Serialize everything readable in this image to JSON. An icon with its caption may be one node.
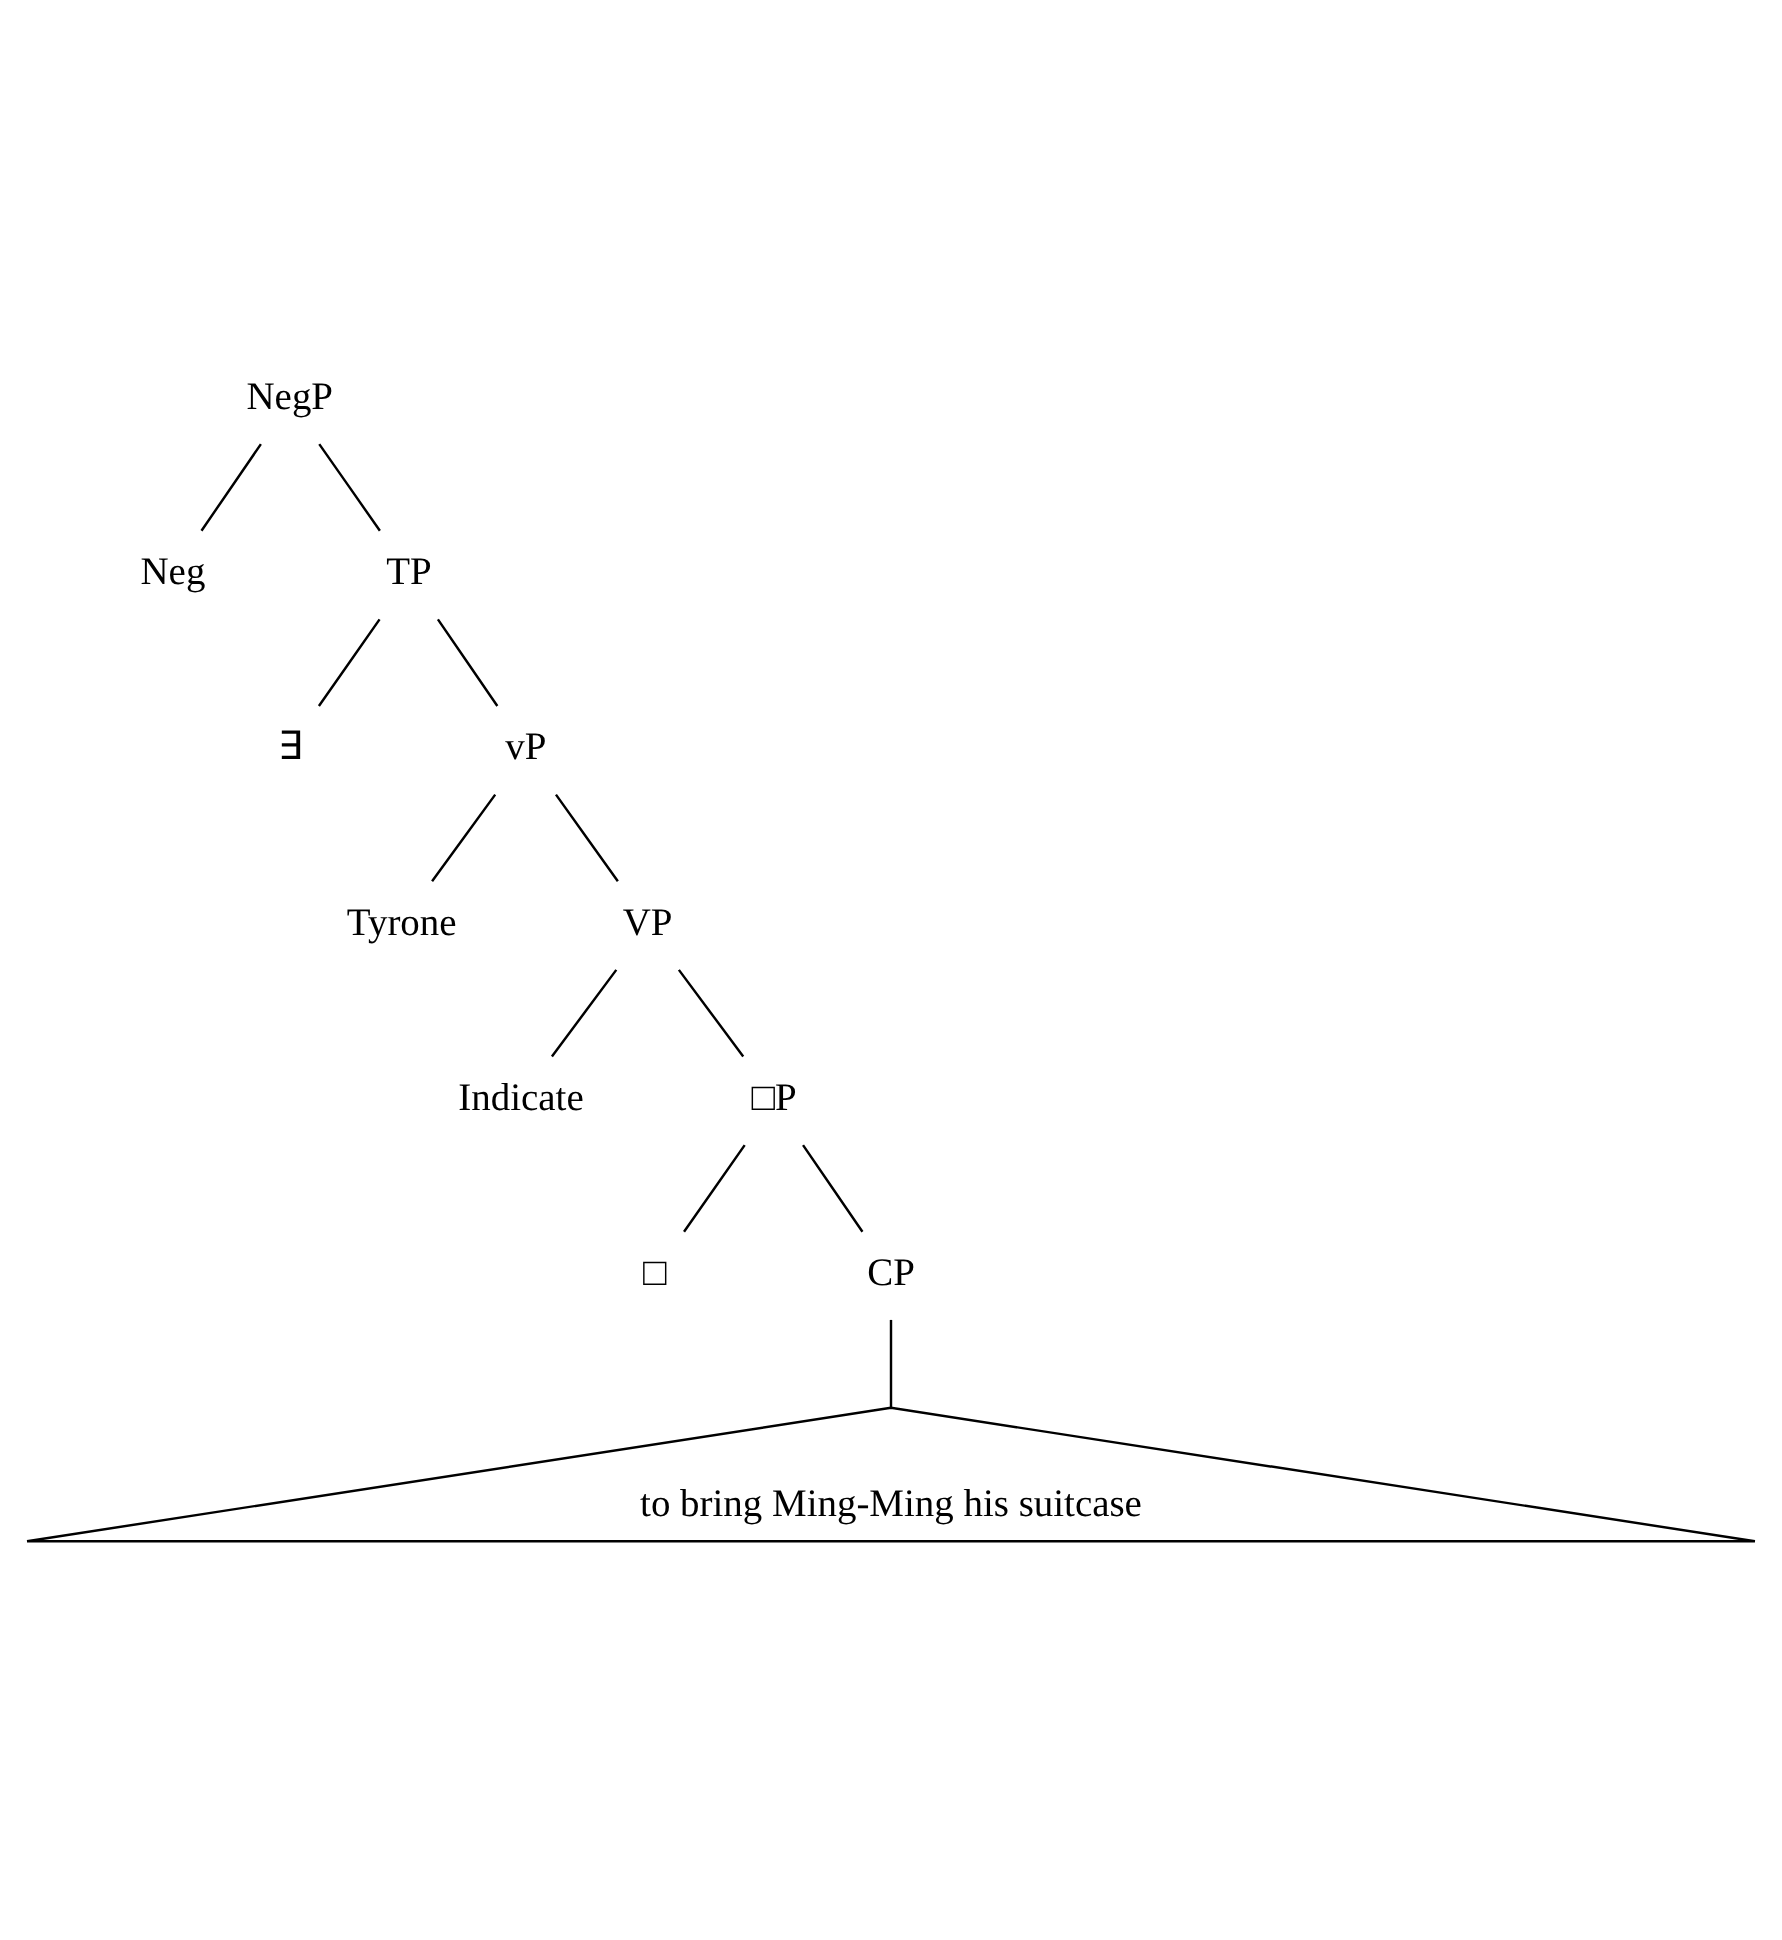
{
  "diagram": {
    "nodes": [
      {
        "text": [
          "NegP"
        ]
      },
      {
        "text": [
          "Neg"
        ]
      },
      {
        "text": [
          "TP"
        ]
      },
      {
        "text": [
          "∃"
        ]
      },
      {
        "text": [
          "vP"
        ]
      },
      {
        "text": [
          "Tyrone"
        ]
      },
      {
        "text": [
          "VP"
        ]
      },
      {
        "text": [
          "Indicate"
        ]
      },
      {
        "text": [
          "□P"
        ]
      },
      {
        "text": [
          "□"
        ]
      },
      {
        "text": [
          "CP"
        ]
      },
      {
        "text": [
          "to bring Ming-Ming his suitcase"
        ]
      }
    ],
    "edges": [
      {
        "from": 0,
        "to": 1,
        "arrow": "none"
      },
      {
        "from": 0,
        "to": 2,
        "arrow": "none"
      },
      {
        "from": 2,
        "to": 3,
        "arrow": "none"
      },
      {
        "from": 2,
        "to": 4,
        "arrow": "none"
      },
      {
        "from": 4,
        "to": 5,
        "arrow": "none"
      },
      {
        "from": 4,
        "to": 6,
        "arrow": "none"
      },
      {
        "from": 6,
        "to": 7,
        "arrow": "none"
      },
      {
        "from": 6,
        "to": 8,
        "arrow": "none"
      },
      {
        "from": 8,
        "to": 9,
        "arrow": "none"
      },
      {
        "from": 8,
        "to": 10,
        "arrow": "none"
      },
      {
        "from": 10,
        "to": 11,
        "arrow": "none"
      }
    ]
  }
}
